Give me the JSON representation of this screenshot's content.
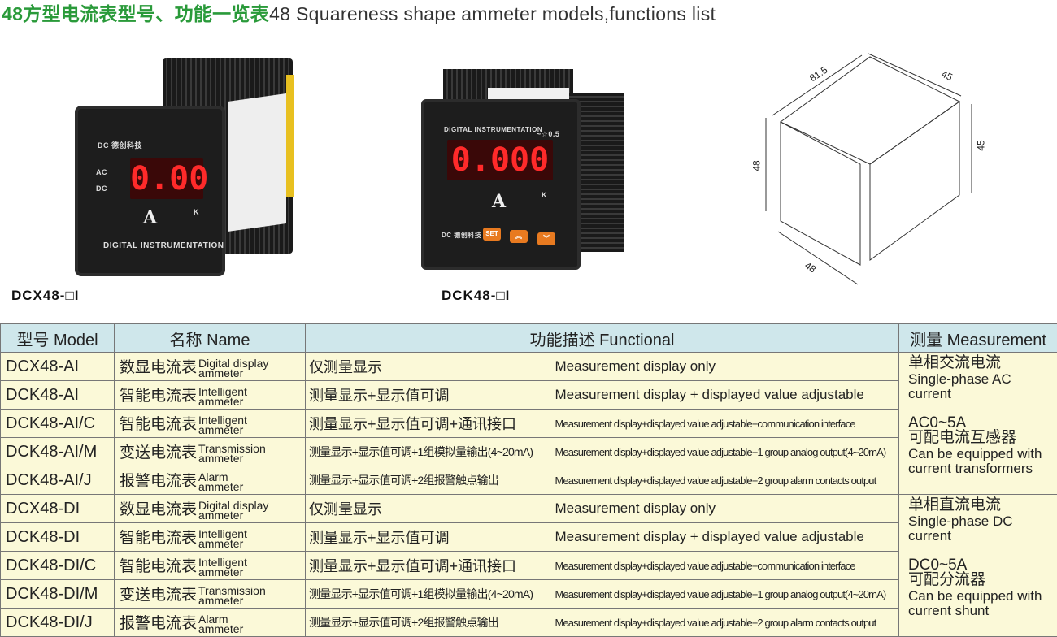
{
  "title": {
    "cn": "48方型电流表型号、功能一览表",
    "en": "48 Squareness shape ammeter models,functions list"
  },
  "products": [
    {
      "caption": "DCX48-□I",
      "display": "0.00",
      "unit": "A",
      "brand": "DC 德创科技",
      "ac": "AC",
      "dc": "DC",
      "k": "K",
      "footer": "DIGITAL INSTRUMENTATION"
    },
    {
      "caption": "DCK48-□I",
      "display": "0.000",
      "unit": "A",
      "header": "DIGITAL INSTRUMENTATION",
      "accuracy": "~☆0.5",
      "k": "K",
      "brand": "DC 德创科技",
      "buttons": [
        "SET",
        "︽",
        "︾"
      ]
    }
  ],
  "dimensions": {
    "length": "81.5",
    "top_width": "45",
    "side_height": "45",
    "front_height": "48",
    "front_width": "48"
  },
  "table": {
    "headers": [
      "型号 Model",
      "名称 Name",
      "功能描述 Functional",
      "测量 Measurement"
    ],
    "rows": [
      {
        "model": "DCX48-AI",
        "name_cn": "数显电流表",
        "name_en1": "Digital display",
        "name_en2": "ammeter",
        "func_cn": "仅测量显示",
        "func_en": "Measurement display only"
      },
      {
        "model": "DCK48-AI",
        "name_cn": "智能电流表",
        "name_en1": "Intelligent",
        "name_en2": "ammeter",
        "func_cn": "测量显示+显示值可调",
        "func_en": "Measurement display + displayed value adjustable"
      },
      {
        "model": "DCK48-AI/C",
        "name_cn": "智能电流表",
        "name_en1": "Intelligent",
        "name_en2": "ammeter",
        "func_cn": "测量显示+显示值可调+通讯接口",
        "func_en": "Measurement display+displayed value adjustable+communication interface"
      },
      {
        "model": "DCK48-AI/M",
        "name_cn": "变送电流表",
        "name_en1": "Transmission",
        "name_en2": "ammeter",
        "func_cn": "测量显示+显示值可调+1组模拟量输出(4~20mA)",
        "func_en": "Measurement display+displayed value adjustable+1 group analog output(4~20mA)"
      },
      {
        "model": "DCK48-AI/J",
        "name_cn": "报警电流表",
        "name_en1": "Alarm",
        "name_en2": "ammeter",
        "func_cn": "测量显示+显示值可调+2组报警触点输出",
        "func_en": "Measurement display+displayed value adjustable+2 group alarm contacts output"
      },
      {
        "model": "DCX48-DI",
        "name_cn": "数显电流表",
        "name_en1": "Digital display",
        "name_en2": "ammeter",
        "func_cn": "仅测量显示",
        "func_en": "Measurement display only"
      },
      {
        "model": "DCK48-DI",
        "name_cn": "智能电流表",
        "name_en1": "Intelligent",
        "name_en2": "ammeter",
        "func_cn": "测量显示+显示值可调",
        "func_en": "Measurement display + displayed value adjustable"
      },
      {
        "model": "DCK48-DI/C",
        "name_cn": "智能电流表",
        "name_en1": "Intelligent",
        "name_en2": "ammeter",
        "func_cn": "测量显示+显示值可调+通讯接口",
        "func_en": "Measurement display+displayed value adjustable+communication interface"
      },
      {
        "model": "DCK48-DI/M",
        "name_cn": "变送电流表",
        "name_en1": "Transmission",
        "name_en2": "ammeter",
        "func_cn": "测量显示+显示值可调+1组模拟量输出(4~20mA)",
        "func_en": "Measurement display+displayed value adjustable+1 group analog output(4~20mA)"
      },
      {
        "model": "DCK48-DI/J",
        "name_cn": "报警电流表",
        "name_en1": "Alarm",
        "name_en2": "ammeter",
        "func_cn": "测量显示+显示值可调+2组报警触点输出",
        "func_en": "Measurement display+displayed value adjustable+2 group alarm contacts output"
      }
    ],
    "measurement": [
      {
        "cn": "单相交流电流",
        "en": "Single-phase AC current",
        "range": "AC0~5A",
        "acc_cn": "可配电流互感器",
        "acc_en": "Can be equipped with current transformers"
      },
      {
        "cn": "单相直流电流",
        "en": "Single-phase DC current",
        "range": "DC0~5A",
        "acc_cn": "可配分流器",
        "acc_en": "Can be equipped with current shunt"
      }
    ]
  }
}
